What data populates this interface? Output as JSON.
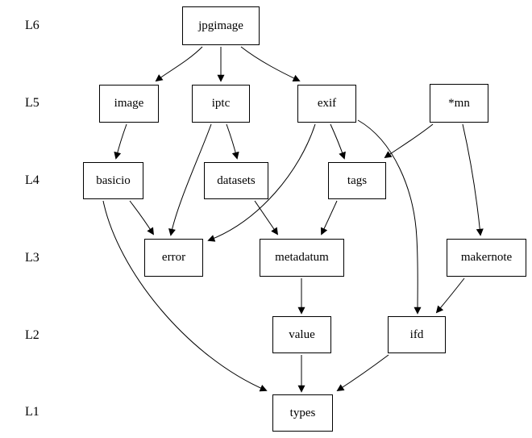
{
  "diagram": {
    "background_color": "#ffffff",
    "line_color": "#000000",
    "levels": [
      {
        "label": "L6"
      },
      {
        "label": "L5"
      },
      {
        "label": "L4"
      },
      {
        "label": "L3"
      },
      {
        "label": "L2"
      },
      {
        "label": "L1"
      }
    ],
    "nodes": [
      {
        "id": "jpgimage",
        "label": "jpgimage",
        "level": "L6"
      },
      {
        "id": "image",
        "label": "image",
        "level": "L5"
      },
      {
        "id": "iptc",
        "label": "iptc",
        "level": "L5"
      },
      {
        "id": "exif",
        "label": "exif",
        "level": "L5"
      },
      {
        "id": "mn",
        "label": "*mn",
        "level": "L5"
      },
      {
        "id": "basicio",
        "label": "basicio",
        "level": "L4"
      },
      {
        "id": "datasets",
        "label": "datasets",
        "level": "L4"
      },
      {
        "id": "tags",
        "label": "tags",
        "level": "L4"
      },
      {
        "id": "error",
        "label": "error",
        "level": "L3"
      },
      {
        "id": "metadatum",
        "label": "metadatum",
        "level": "L3"
      },
      {
        "id": "makernote",
        "label": "makernote",
        "level": "L3"
      },
      {
        "id": "value",
        "label": "value",
        "level": "L2"
      },
      {
        "id": "ifd",
        "label": "ifd",
        "level": "L2"
      },
      {
        "id": "types",
        "label": "types",
        "level": "L1"
      }
    ],
    "edges": [
      {
        "from": "jpgimage",
        "to": "image"
      },
      {
        "from": "jpgimage",
        "to": "iptc"
      },
      {
        "from": "jpgimage",
        "to": "exif"
      },
      {
        "from": "image",
        "to": "basicio"
      },
      {
        "from": "iptc",
        "to": "error"
      },
      {
        "from": "iptc",
        "to": "datasets"
      },
      {
        "from": "exif",
        "to": "error"
      },
      {
        "from": "exif",
        "to": "tags"
      },
      {
        "from": "exif",
        "to": "ifd"
      },
      {
        "from": "mn",
        "to": "tags"
      },
      {
        "from": "mn",
        "to": "makernote"
      },
      {
        "from": "basicio",
        "to": "error"
      },
      {
        "from": "basicio",
        "to": "types"
      },
      {
        "from": "datasets",
        "to": "metadatum"
      },
      {
        "from": "tags",
        "to": "metadatum"
      },
      {
        "from": "metadatum",
        "to": "value"
      },
      {
        "from": "makernote",
        "to": "ifd"
      },
      {
        "from": "value",
        "to": "types"
      },
      {
        "from": "ifd",
        "to": "types"
      }
    ]
  }
}
